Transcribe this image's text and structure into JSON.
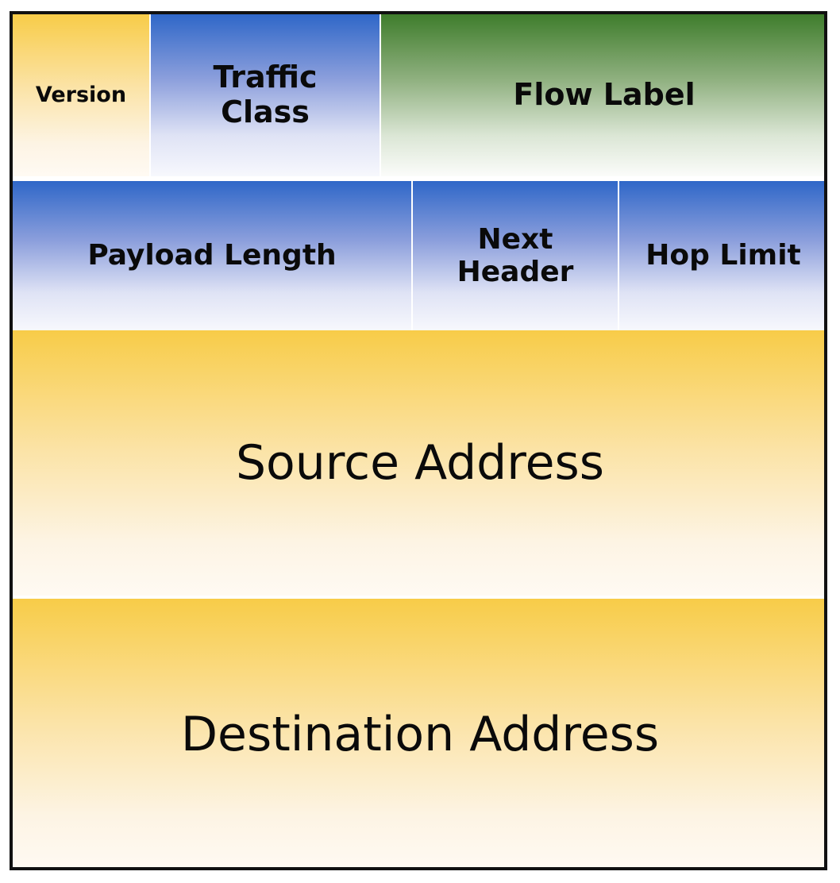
{
  "diagram": {
    "row1": {
      "version": "Version",
      "traffic_class": "Traffic\nClass",
      "flow_label": "Flow Label"
    },
    "row2": {
      "payload_length": "Payload Length",
      "next_header": "Next\nHeader",
      "hop_limit": "Hop Limit"
    },
    "row3": {
      "source_address": "Source Address"
    },
    "row4": {
      "destination_address": "Destination Address"
    }
  },
  "colors": {
    "yellow": "#f8cc48",
    "blue": "#2f67c8",
    "green": "#3f7d2c",
    "border": "#111111"
  }
}
